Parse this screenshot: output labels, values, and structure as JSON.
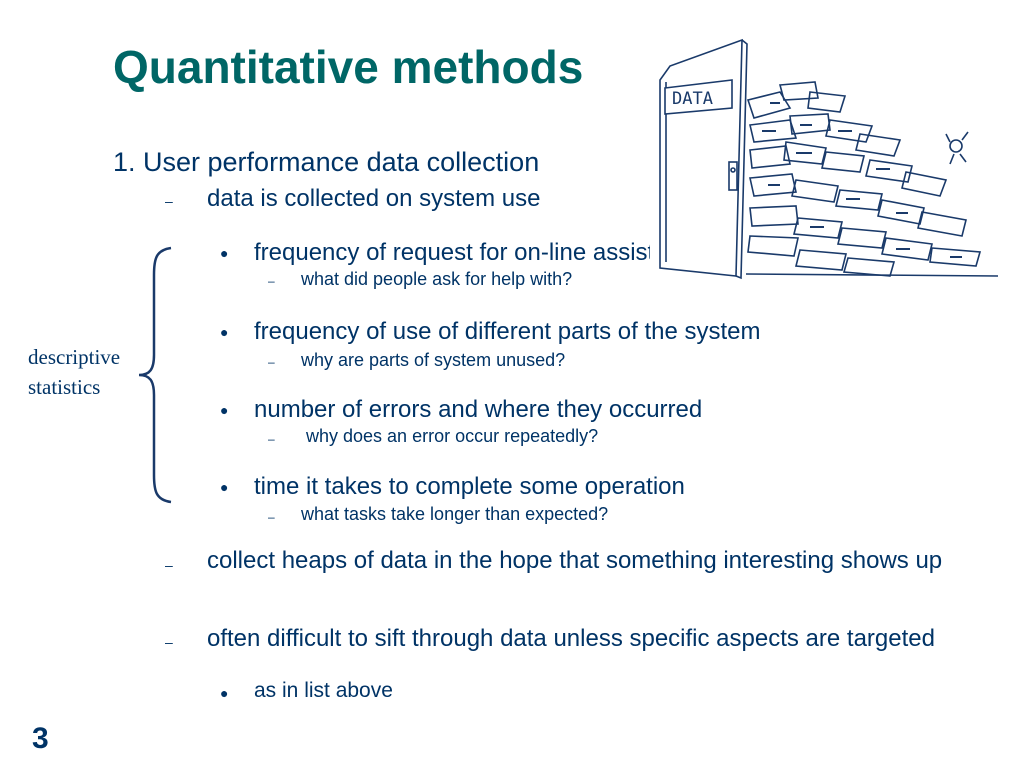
{
  "slide": {
    "title": "Quantitative methods",
    "heading": "1. User performance data collection",
    "items": [
      {
        "text": "data is collected on system use"
      },
      {
        "text": "frequency of request for on-line assistance",
        "sub": "what did people ask for help with?"
      },
      {
        "text": "frequency of use of different parts of the system",
        "sub": "why are parts of system unused?"
      },
      {
        "text": "number of errors and where they occurred",
        "sub": " why does an error occur repeatedly?"
      },
      {
        "text": "time it takes to complete some operation",
        "sub": "what tasks take longer than expected?"
      },
      {
        "text": "collect heaps of data in the hope that something interesting shows up"
      },
      {
        "text": "often difficult to sift through data unless specific aspects are targeted",
        "sub": "as in list above"
      }
    ],
    "bracket_label": [
      "descriptive",
      "statistics"
    ],
    "door_sign": "DATA",
    "slide_number": "3",
    "colors": {
      "title": "#006666",
      "body": "#003366",
      "line": "#1a3a6a"
    }
  }
}
